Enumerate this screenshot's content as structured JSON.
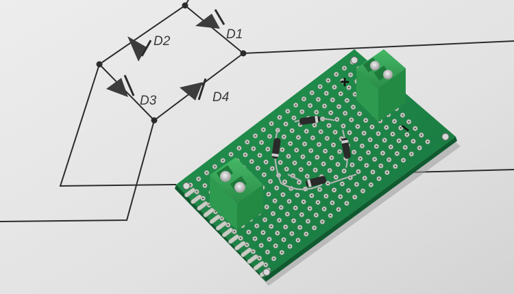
{
  "schematic": {
    "diodes": [
      {
        "id": "d1",
        "label": "D1"
      },
      {
        "id": "d2",
        "label": "D2"
      },
      {
        "id": "d3",
        "label": "D3"
      },
      {
        "id": "d4",
        "label": "D4"
      }
    ]
  },
  "board": {
    "polarity_marks": {
      "plus": "+",
      "minus": "−"
    },
    "colors": {
      "pcb": "#1f8a4c",
      "pad": "#c9ccc5",
      "terminal_block": "#33a356",
      "paper": "#e6e6e6",
      "diode_body": "#2a2a2a"
    }
  }
}
